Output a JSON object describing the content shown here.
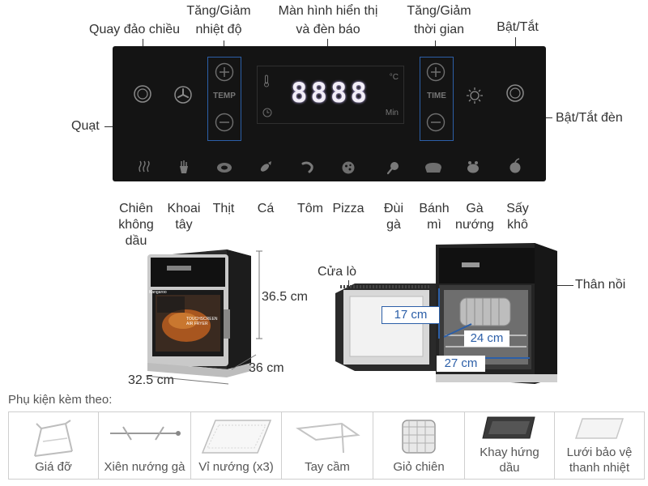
{
  "callouts": {
    "rotate": "Quay đảo chiều",
    "temp_line1": "Tăng/Giảm",
    "temp_line2": "nhiệt độ",
    "display_line1": "Màn hình hiển thị",
    "display_line2": "và đèn báo",
    "time_line1": "Tăng/Giảm",
    "time_line2": "thời gian",
    "power": "Bật/Tắt",
    "fan": "Quạt",
    "light": "Bật/Tắt đèn"
  },
  "panel": {
    "temp_label": "TEMP",
    "time_label": "TIME",
    "display_digits": "8888",
    "celsius": "°C",
    "min": "Min"
  },
  "programs": [
    {
      "line1": "Chiên",
      "line2": "không",
      "line3": "dầu",
      "icon": "steam-icon"
    },
    {
      "line1": "Khoai",
      "line2": "tây",
      "icon": "fries-icon"
    },
    {
      "line1": "Thịt",
      "icon": "meat-icon"
    },
    {
      "line1": "Cá",
      "icon": "fish-icon"
    },
    {
      "line1": "Tôm",
      "icon": "shrimp-icon"
    },
    {
      "line1": "Pizza",
      "icon": "pizza-icon"
    },
    {
      "line1": "Đùi",
      "line2": "gà",
      "icon": "drumstick-icon"
    },
    {
      "line1": "Bánh",
      "line2": "mì",
      "icon": "bread-icon"
    },
    {
      "line1": "Gà",
      "line2": "nướng",
      "icon": "roast-chicken-icon"
    },
    {
      "line1": "Sấy",
      "line2": "khô",
      "icon": "dry-fruit-icon"
    }
  ],
  "dimensions": {
    "height": "36.5 cm",
    "depth": "36 cm",
    "width": "32.5 cm",
    "door_label": "Cửa lò",
    "body_label": "Thân nồi",
    "inner_height": "17 cm",
    "inner_depth": "24 cm",
    "inner_width": "27 cm",
    "product_label_line1": "TOUCHSCREEN",
    "product_label_line2": "AIR FRYER",
    "brand": "Kangaroo"
  },
  "accessories": {
    "title": "Phụ kiện kèm theo:",
    "items": [
      {
        "line1": "Giá đỡ",
        "icon": "rack-icon"
      },
      {
        "line1": "Xiên nướng gà",
        "icon": "skewer-icon"
      },
      {
        "line1": "Vỉ nướng (x3)",
        "icon": "grill-tray-icon"
      },
      {
        "line1": "Tay cầm",
        "icon": "handle-icon"
      },
      {
        "line1": "Giỏ chiên",
        "icon": "basket-icon"
      },
      {
        "line1": "Khay hứng",
        "line2": "dầu",
        "icon": "drip-tray-icon"
      },
      {
        "line1": "Lưới bảo vệ",
        "line2": "thanh nhiệt",
        "icon": "heat-guard-icon"
      }
    ]
  },
  "colors": {
    "panel": "#141414",
    "accent_blue": "#2c5fa8",
    "display_digits": "#f2eef7",
    "text": "#333333"
  }
}
